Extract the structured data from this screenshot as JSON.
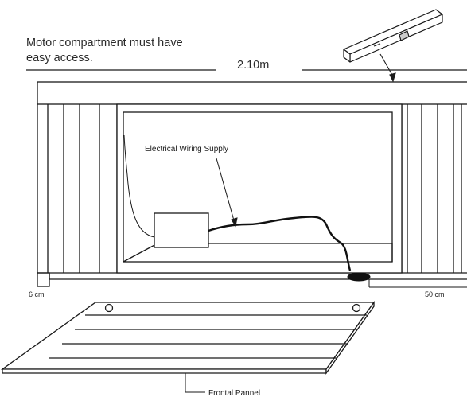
{
  "notes": {
    "access_line1": "Motor compartment must have",
    "access_line2": "easy access.",
    "width": "2.10m",
    "wiring": "Electrical Wiring Supply",
    "left_dim": "6 cm",
    "right_dim": "50 cm",
    "panel": "Frontal Pannel"
  },
  "colors": {
    "stroke": "#1a1a1a",
    "motor_fill": "#ffffff",
    "hole_fill": "#111111"
  }
}
